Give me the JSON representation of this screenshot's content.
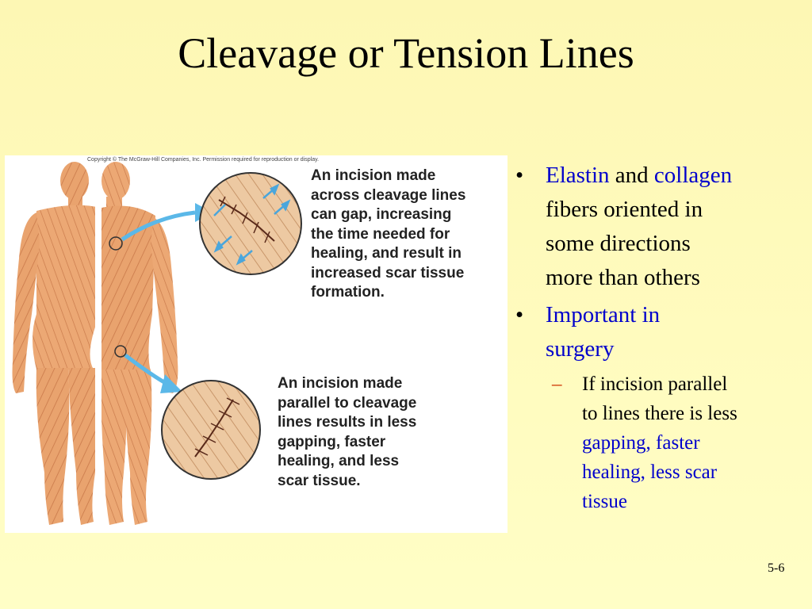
{
  "slide": {
    "title": "Cleavage or Tension Lines",
    "number": "5-6"
  },
  "figure": {
    "copyright": "Copyright © The McGraw-Hill Companies, Inc. Permission required for reproduction or display.",
    "caption_top": [
      "An incision made",
      "across cleavage lines",
      "can gap, increasing",
      "the time needed for",
      "healing, and result in",
      "increased scar tissue",
      "formation."
    ],
    "caption_bottom": [
      "An  incision made",
      "parallel to cleavage",
      "lines results in less",
      "gapping, faster",
      "healing, and less",
      "scar tissue."
    ]
  },
  "bullets": {
    "b1": {
      "w1": "Elastin",
      "w2": " and ",
      "w3": "collagen",
      "line2": "fibers oriented in",
      "line3": "some directions",
      "line4": "more than others"
    },
    "b2": {
      "line1": "Important in",
      "line2": "surgery"
    },
    "sub": {
      "line1": "If incision parallel",
      "line2": "to lines there is less",
      "line3": "gapping, faster",
      "line4": "healing, less scar",
      "line5": "tissue"
    },
    "marker": "•",
    "sub_marker": "–"
  },
  "colors": {
    "highlight_text": "#0000CC",
    "arrow": "#5BB8E8",
    "skin": "#E8A06A"
  }
}
